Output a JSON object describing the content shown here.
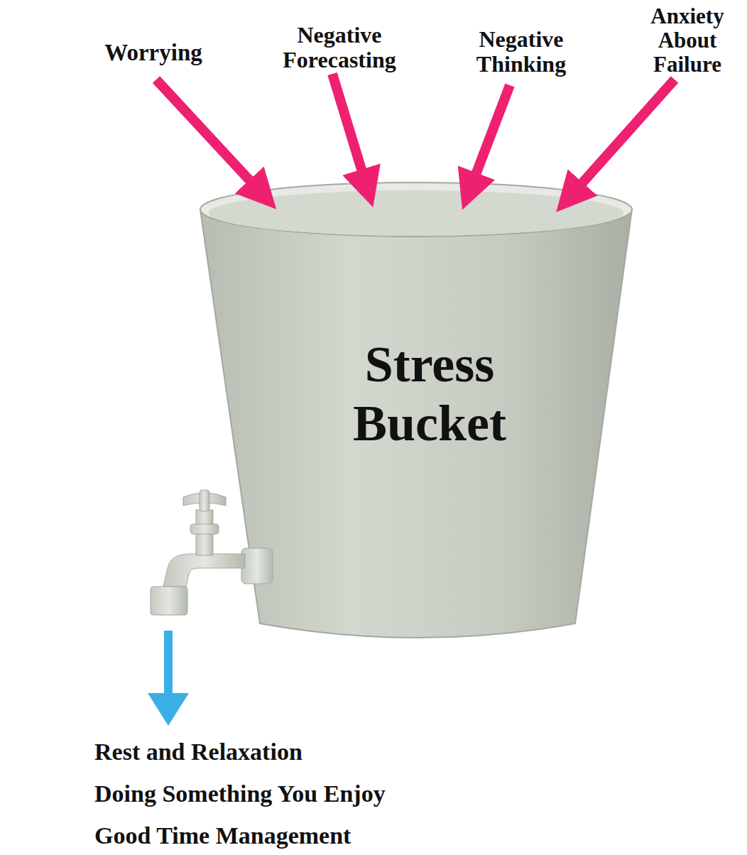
{
  "diagram": {
    "nodes": [
      {
        "text": [
          "Stress Bucket"
        ]
      }
    ],
    "labels": [
      "Worrying",
      "Negative Forecasting",
      "Negative Thinking",
      "Anxiety About Failure",
      "Rest and Relaxation",
      "Doing Something You Enjoy",
      "Good Time Management"
    ]
  }
}
